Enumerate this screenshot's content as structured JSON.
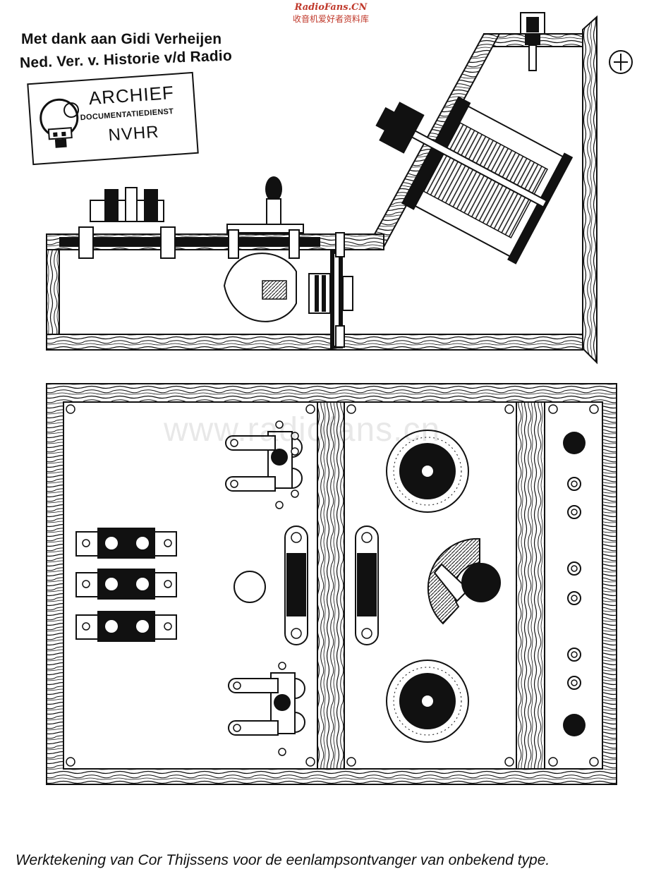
{
  "header": {
    "site_name": "RadioFans.CN",
    "site_tagline": "收音机爱好者资料库"
  },
  "credits": {
    "line1": "Met dank aan Gidi Verheijen",
    "line2": "Ned. Ver. v. Historie v/d Radio"
  },
  "stamp": {
    "title": "ARCHIEF",
    "subtitle": "DOCUMENTATIEDIENST",
    "org": "NVHR"
  },
  "watermark": "www.radiofans.cn",
  "caption": "Werktekening van Cor Thijssens voor de eenlampsontvanger van onbekend type.",
  "colors": {
    "ink": "#111111",
    "paper": "#ffffff",
    "site_red": "#c0392b"
  }
}
